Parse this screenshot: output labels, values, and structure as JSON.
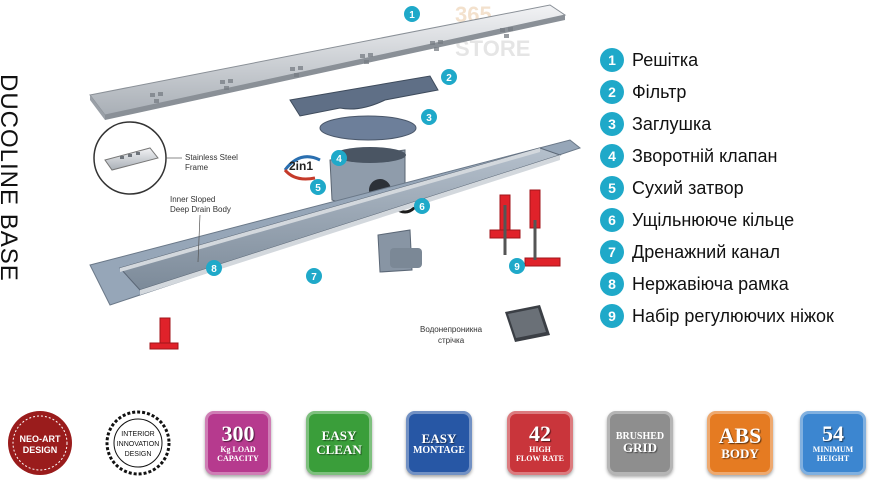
{
  "product_title": "DUCOLINE BASE",
  "watermark": {
    "top": "365",
    "bottom": "STORE"
  },
  "legend": [
    {
      "num": "1",
      "label": "Решітка"
    },
    {
      "num": "2",
      "label": "Фільтр"
    },
    {
      "num": "3",
      "label": "Заглушка"
    },
    {
      "num": "4",
      "label": "Зворотній клапан"
    },
    {
      "num": "5",
      "label": "Сухий затвор"
    },
    {
      "num": "6",
      "label": "Ущільнююче кільце"
    },
    {
      "num": "7",
      "label": "Дренажний канал"
    },
    {
      "num": "8",
      "label": "Нержавіюча рамка"
    },
    {
      "num": "9",
      "label": "Набір регулюючих ніжок"
    }
  ],
  "callouts": {
    "frame": [
      "Stainless Steel",
      "Frame"
    ],
    "body": [
      "Inner Sloped",
      "Deep Drain Body"
    ],
    "tape": [
      "Водонепроникна",
      "стрічка"
    ],
    "two_in_one": "2in1"
  },
  "seals": {
    "neo_art": {
      "line1": "NEO-ART",
      "line2": "DESIGN"
    },
    "interior": {
      "line1": "INTERIOR",
      "line2": "INNOVATION",
      "line3": "DESIGN"
    }
  },
  "badges": [
    {
      "key": "load",
      "big": "300",
      "sub": "Kg LOAD",
      "sub2": "CAPACITY",
      "color": "#b63a8e"
    },
    {
      "key": "clean",
      "big": "EASY",
      "sub": "CLEAN",
      "sub2": "",
      "color": "#3a9e3a"
    },
    {
      "key": "montage",
      "big": "EASY",
      "sub": "MONTAGE",
      "sub2": "",
      "color": "#2757a5"
    },
    {
      "key": "flow",
      "big": "42",
      "sub": "HIGH",
      "sub2": "FLOW RATE",
      "color": "#c9353b"
    },
    {
      "key": "grid",
      "big": "BRUSHED",
      "sub": "GRID",
      "sub2": "",
      "color": "#8e8e8e"
    },
    {
      "key": "abs",
      "big": "ABS",
      "sub": "BODY",
      "sub2": "",
      "color": "#e57b22"
    },
    {
      "key": "height",
      "big": "54",
      "sub": "MINIMUM",
      "sub2": "HEIGHT",
      "color": "#3c86d0"
    }
  ],
  "colors": {
    "accent": "#1fa9c9",
    "steel": "#c7ccd1",
    "channel": "#8a98a8",
    "feet": "#e0222a"
  }
}
